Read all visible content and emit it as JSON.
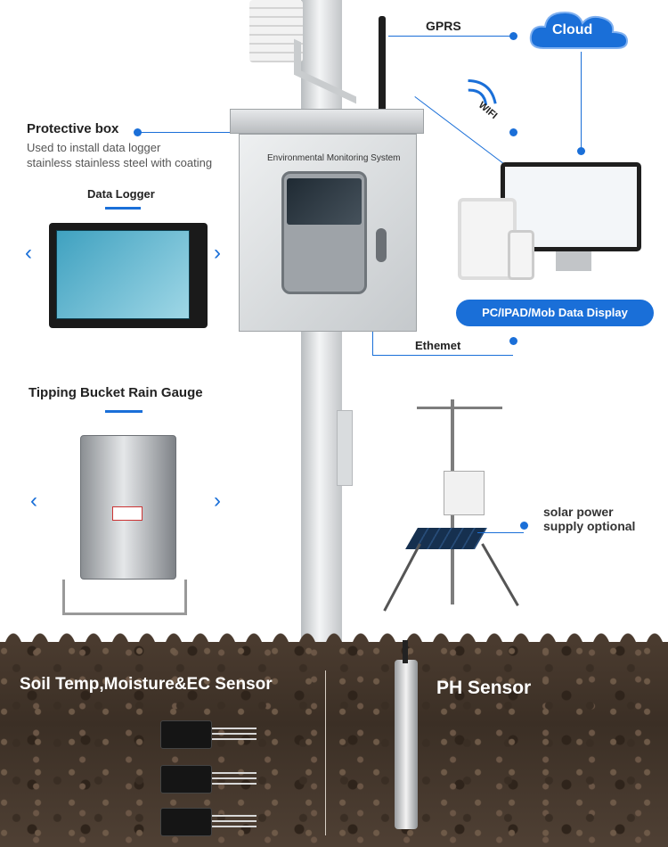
{
  "labels": {
    "gprs": "GPRS",
    "cloud": "Cloud",
    "wifi": "WIFI",
    "protective_box_title": "Protective box",
    "protective_box_desc1": "Used to install data logger",
    "protective_box_desc2": "stainless stainless steel with coating",
    "data_logger": "Data Logger",
    "box_header": "Environmental Monitoring System",
    "pc_display": "PC/IPAD/Mob Data Display",
    "ethernet": "Ethemet",
    "rain_gauge": "Tipping Bucket Rain Gauge",
    "solar1": "solar power",
    "solar2": "supply optional",
    "soil_sensor": "Soil Temp,Moisture&EC Sensor",
    "ph_sensor": "PH Sensor"
  },
  "colors": {
    "accent": "#1a6fd8",
    "soil": "#3f3227",
    "steel": "#c9ccce"
  },
  "icons": [
    "cloud-icon",
    "wifi-icon",
    "antenna-icon",
    "arrow-left-icon",
    "arrow-right-icon"
  ]
}
